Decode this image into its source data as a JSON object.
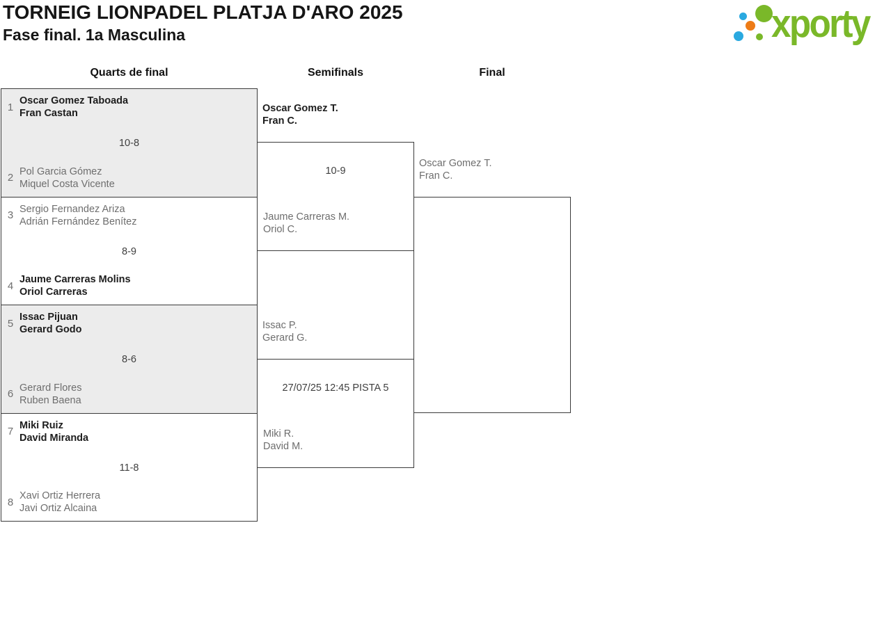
{
  "header": {
    "title": "TORNEIG LIONPADEL PLATJA D'ARO 2025",
    "subtitle": "Fase final. 1a Masculina",
    "logo": {
      "wordmark": "xporty",
      "green": "#7ab829",
      "blue": "#2aa9e0",
      "orange": "#ed7c17"
    }
  },
  "columns": {
    "quarterfinals": "Quarts de final",
    "semifinals": "Semifinals",
    "final": "Final"
  },
  "colors": {
    "winner_text": "#1d1d1d",
    "secondary_text": "#6e6e6e",
    "score_text": "#3f3f3f",
    "shaded_cell_bg": "#ececec",
    "border": "#3a3a3a"
  },
  "quarterfinals": [
    {
      "seed_top": "1",
      "team_top": [
        "Oscar Gomez Taboada",
        "Fran Castan"
      ],
      "score": "10-8",
      "seed_bottom": "2",
      "team_bottom": [
        "Pol Garcia Gómez",
        "Miquel Costa Vicente"
      ],
      "winner": "top"
    },
    {
      "seed_top": "3",
      "team_top": [
        "Sergio Fernandez Ariza",
        "Adrián Fernández Benítez"
      ],
      "score": "8-9",
      "seed_bottom": "4",
      "team_bottom": [
        "Jaume Carreras Molins",
        "Oriol Carreras"
      ],
      "winner": "bottom"
    },
    {
      "seed_top": "5",
      "team_top": [
        "Issac Pijuan",
        "Gerard Godo"
      ],
      "score": "8-6",
      "seed_bottom": "6",
      "team_bottom": [
        "Gerard Flores",
        "Ruben Baena"
      ],
      "winner": "top"
    },
    {
      "seed_top": "7",
      "team_top": [
        "Miki Ruiz",
        "David Miranda"
      ],
      "score": "11-8",
      "seed_bottom": "8",
      "team_bottom": [
        "Xavi Ortiz Herrera",
        "Javi Ortiz Alcaina"
      ],
      "winner": "top"
    }
  ],
  "semifinals": [
    {
      "team_top": [
        "Oscar Gomez T.",
        "Fran C."
      ],
      "center": "10-9",
      "team_bottom": [
        "Jaume Carreras M.",
        "Oriol C."
      ],
      "winner": "top"
    },
    {
      "team_top": [
        "Issac P.",
        "Gerard G."
      ],
      "center": "27/07/25 12:45 PISTA 5",
      "team_bottom": [
        "Miki R.",
        "David M."
      ],
      "winner": ""
    }
  ],
  "final": {
    "team_top": [
      "Oscar Gomez T.",
      "Fran C."
    ]
  }
}
